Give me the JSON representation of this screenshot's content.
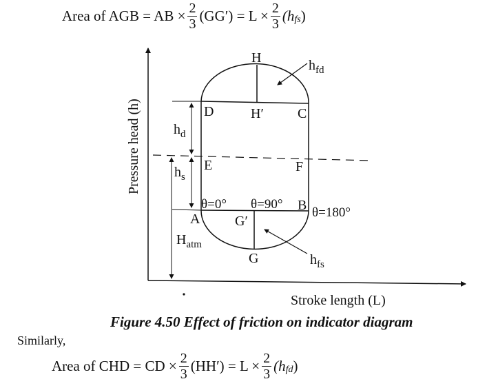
{
  "eq_top": {
    "lhs": "Area of AGB = AB ×",
    "frac_num": "2",
    "frac_den": "3",
    "mid": "(GG′) = L ×",
    "frac2_num": "2",
    "frac2_den": "3",
    "rhs_open": "(h",
    "rhs_sub": "fs",
    "rhs_close": ")"
  },
  "diagram": {
    "y_axis_label": "Pressure head (h)",
    "x_axis_label": "Stroke length (L)",
    "points": {
      "H": "H",
      "H_prime": "H′",
      "D": "D",
      "C": "C",
      "E": "E",
      "F": "F",
      "A": "A",
      "B": "B",
      "G": "G",
      "G_prime": "G′"
    },
    "angles": {
      "a0": "θ=0°",
      "a90": "θ=90°",
      "a180": "θ=180°"
    },
    "h_fd": {
      "base": "h",
      "sub": "fd"
    },
    "h_fs": {
      "base": "h",
      "sub": "fs"
    },
    "h_d": {
      "base": "h",
      "sub": "d"
    },
    "h_s": {
      "base": "h",
      "sub": "s"
    },
    "H_atm": {
      "base": "H",
      "sub": "atm"
    }
  },
  "caption": "Figure 4.50 Effect of friction on indicator diagram",
  "similarly": "Similarly,",
  "eq_bottom": {
    "lhs": "Area of CHD = CD ×",
    "frac_num": "2",
    "frac_den": "3",
    "mid": "(HH′) = L ×",
    "frac2_num": "2",
    "frac2_den": "3",
    "rhs_open": "(h",
    "rhs_sub": "fd",
    "rhs_close": ")"
  }
}
